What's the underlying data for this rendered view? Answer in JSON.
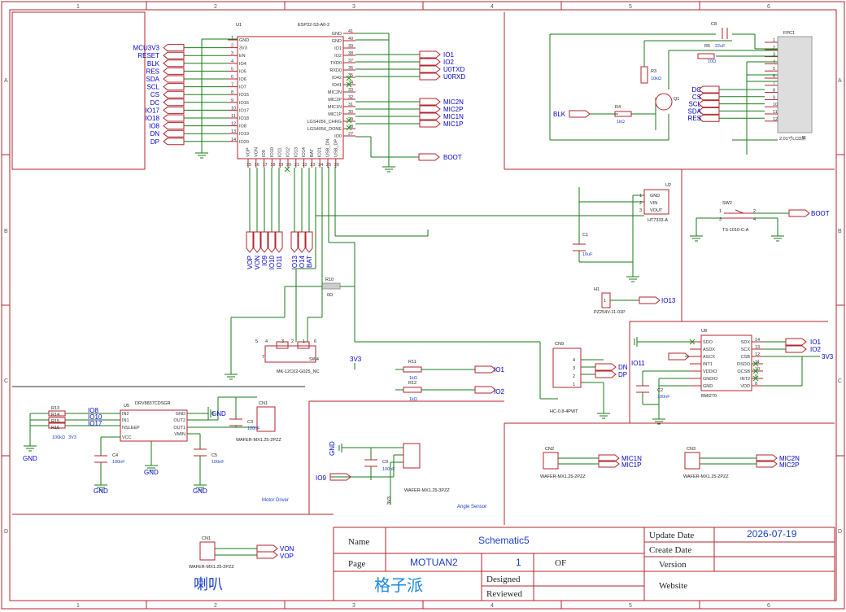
{
  "zones": {
    "top": [
      "1",
      "2",
      "3",
      "4",
      "5",
      "6"
    ],
    "side": [
      "A",
      "B",
      "C",
      "D"
    ]
  },
  "mcu": {
    "ref": "U1",
    "part": "ESP32-S3-A0-2",
    "left_nets": [
      "MCU3V3",
      "RESET",
      "BLK",
      "RES",
      "SDA",
      "SCL",
      "CS",
      "DC",
      "IO17",
      "IO18",
      "IO8",
      "DN",
      "DP"
    ],
    "left_pins": [
      "GND",
      "3V3",
      "EN",
      "IO4",
      "IO5",
      "IO6",
      "IO7",
      "IO15",
      "IO16",
      "IO17",
      "IO18",
      "IO8",
      "IO19",
      "IO20"
    ],
    "left_nums": [
      "1",
      "2",
      "3",
      "4",
      "5",
      "6",
      "7",
      "8",
      "9",
      "10",
      "11",
      "12",
      "13",
      "14"
    ],
    "right_pins": [
      "GND",
      "GND",
      "IO1",
      "IO2",
      "TXD0",
      "RXD0",
      "IO42",
      "IO41",
      "MIC2N",
      "MIC2P",
      "MIC1N",
      "MIC1P",
      "LGS4056_CHRG",
      "LGS4056_DONE",
      "IO0"
    ],
    "right_nums": [
      "41",
      "40",
      "39",
      "38",
      "37",
      "36",
      "35",
      "34",
      "33",
      "32",
      "31",
      "30",
      "29",
      "28",
      "27"
    ],
    "right_nets": [
      "IO1",
      "IO2",
      "U0TXD",
      "U0RXD",
      "MIC2N",
      "MIC2P",
      "MIC1N",
      "MIC1P",
      "BOOT"
    ],
    "bottom_nums": [
      "15",
      "16",
      "17",
      "18",
      "19",
      "20",
      "21",
      "22",
      "23",
      "24",
      "25",
      "26"
    ],
    "bottom_pins": [
      "VOP",
      "VON",
      "IO9",
      "IO10",
      "IO11",
      "IO12",
      "IO13",
      "IO14",
      "BAT",
      "IO21",
      "USB_DN",
      "USB_DP"
    ],
    "bottom_nets": [
      "VOP",
      "VON",
      "IO9",
      "IO10",
      "IO11",
      "IO13",
      "IO14",
      "BAT"
    ]
  },
  "lcd": {
    "ref": "FPC1",
    "name": "2.01寸LCD屏",
    "nums": [
      "1",
      "2",
      "3",
      "4",
      "5",
      "6",
      "7",
      "8",
      "9",
      "10",
      "11",
      "12"
    ],
    "nets": [
      "DC",
      "CS",
      "SCL",
      "SDA",
      "RES"
    ],
    "c8": "C8",
    "r5": "R5",
    "r5_val": "22uF",
    "r5b_val": "10Ω",
    "r3": "R3",
    "r3_val": "10kΩ",
    "r4": "R4",
    "r4_val": "1kΩ",
    "q1": "Q1",
    "blk": "BLK"
  },
  "ldo": {
    "ref": "U2",
    "part": "HT7333-A",
    "pins": [
      "GND",
      "VIN",
      "VOUT"
    ],
    "nums": [
      "1",
      "2",
      "3"
    ],
    "c1": "C1",
    "c1_val": "10uF"
  },
  "sw2": {
    "ref": "SW2",
    "part": "TS-1010-C-A",
    "net": "BOOT",
    "nums": [
      "1",
      "2",
      "3",
      "4"
    ]
  },
  "h1": {
    "ref": "H1",
    "part": "PZ254V-11-01P",
    "net": "IO13",
    "num": "1"
  },
  "r10": {
    "ref": "R10",
    "val": "0Ω"
  },
  "sw4": {
    "ref": "SW4",
    "part": "MK-12C02-G025_NC",
    "nums": [
      "5",
      "4",
      "3",
      "2",
      "1",
      "6",
      "7"
    ]
  },
  "r11": {
    "ref": "R11",
    "val": "1kΩ",
    "net": "IO1"
  },
  "r12": {
    "ref": "R12",
    "val": "1kΩ",
    "net": "IO2"
  },
  "v33": "3V3",
  "cn9": {
    "ref": "CN9",
    "part": "HC-0.8-4PWT",
    "nets": [
      "DN",
      "DP"
    ],
    "nums": [
      "4",
      "3",
      "2",
      "1"
    ]
  },
  "bmi": {
    "ref": "U8",
    "part": "BMI270",
    "left_pins": [
      "SDO",
      "ASDX",
      "ASCX",
      "INT1",
      "VDDIO",
      "GNDIO",
      "GND"
    ],
    "right_pins": [
      "SDX",
      "SCX",
      "CSB",
      "OSDO",
      "OCSB",
      "INT2",
      "VDD"
    ],
    "right_nums": [
      "14",
      "13",
      "12",
      "11",
      "10",
      "9",
      "8"
    ],
    "nets_out": [
      "IO1",
      "IO2"
    ],
    "io11": "IO11",
    "c2": "C2",
    "c2_val": "100nF"
  },
  "drv": {
    "ref": "U5",
    "part": "DRV8837CDSGR",
    "left_pins": [
      "IN2",
      "IN1",
      "NSLEEP",
      "VCC"
    ],
    "right_pins": [
      "GND",
      "OUT2",
      "OUT1",
      "VMIN"
    ],
    "left_nets": [
      "IO8",
      "IO10",
      "IO17"
    ],
    "resistors": [
      "R13",
      "R14",
      "R15",
      "R16"
    ],
    "r_val": "100kΩ",
    "v33": "3V3",
    "c4": "C4",
    "c5": "C5",
    "c3": "C3",
    "cap_val": "100nF",
    "cn": "CN1",
    "cn_part": "WAFER-MX1.25-2PZZ",
    "gnd": "GND",
    "label": "Motor Driver"
  },
  "angle": {
    "label": "Angle Sensor",
    "net_io9": "IO9",
    "c9": "C9",
    "c9_val": "100nF",
    "cn_part": "WAFER-MX1.25-3PZZ",
    "gnd": "GND",
    "v33": "3V3"
  },
  "cn2": {
    "ref": "CN2",
    "part": "WAFER-MX1.25-2PZZ",
    "nets": [
      "MIC1N",
      "MIC1P"
    ]
  },
  "cn3": {
    "ref": "CN3",
    "part": "WAFER-MX1.25-2PZZ",
    "nets": [
      "MIC2N",
      "MIC2P"
    ]
  },
  "speaker": {
    "ref": "CN1",
    "part": "WAFER-MX1.25-2PZZ",
    "nets": [
      "VON",
      "VOP"
    ],
    "title": "喇叭"
  },
  "brand": "格子派",
  "title_block": {
    "name_label": "Name",
    "name_value": "Schematic5",
    "page_label": "Page",
    "page_value": "MOTUAN2",
    "page_num": "1",
    "page_of": "OF",
    "designed_label": "Designed",
    "reviewed_label": "Reviewed",
    "update_label": "Update Date",
    "update_value": "2026-07-19",
    "create_label": "Create Date",
    "version_label": "Version",
    "website_label": "Website"
  },
  "colors": {
    "border": "#b3262c",
    "wire": "#1a7a1a",
    "net": "#0000cc",
    "value": "#1a3fcc"
  }
}
